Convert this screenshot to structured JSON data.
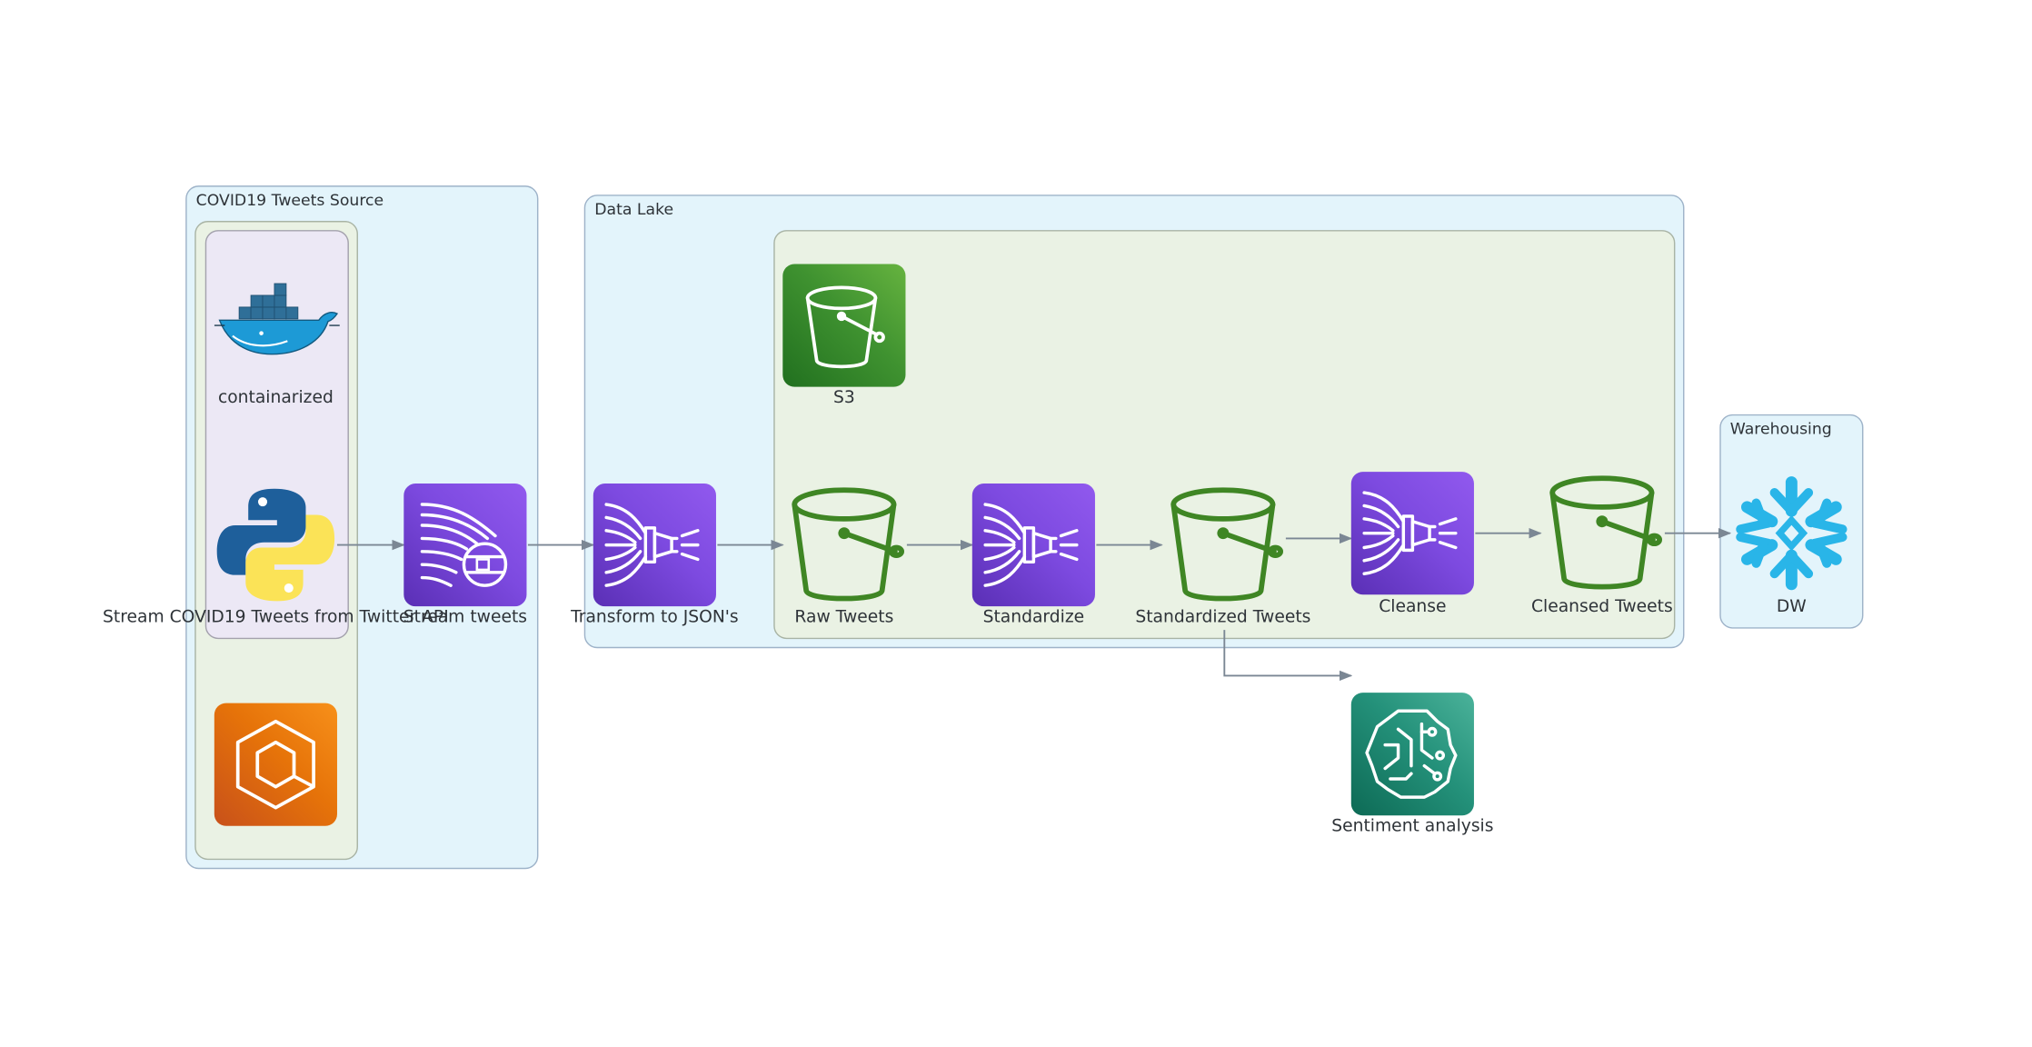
{
  "clusters": {
    "source": "COVID19 Tweets Source",
    "lake": "Data Lake",
    "warehouse": "Warehousing"
  },
  "nodes": {
    "containerized": "containarized",
    "python": "Stream COVID19 Tweets from Twitter API",
    "stream": "Stream tweets",
    "transform": "Transform to JSON's",
    "s3": "S3",
    "raw": "Raw Tweets",
    "standardize": "Standardize",
    "standardized": "Standardized Tweets",
    "cleanse": "Cleanse",
    "cleansed": "Cleansed Tweets",
    "dw": "DW",
    "sentiment": "Sentiment analysis"
  },
  "icons": {
    "docker": "docker-whale-icon",
    "python": "python-logo-icon",
    "ecs": "aws-ecs-icon",
    "firehose": "kinesis-firehose-icon",
    "s3": "s3-bucket-icon",
    "snowflake": "snowflake-icon",
    "sagemaker": "brain-circuit-icon"
  },
  "colors": {
    "cluster_blue": "#e3f4fb",
    "cluster_green": "#eaf2e4",
    "cluster_purple": "#ece8f5",
    "firehose_purple": "#7d4ae0",
    "s3_green": "#3f8624",
    "ecs_orange": "#e67309",
    "sagemaker_teal": "#24917a",
    "snowflake_blue": "#29b5e8",
    "edge": "#7b8794"
  }
}
